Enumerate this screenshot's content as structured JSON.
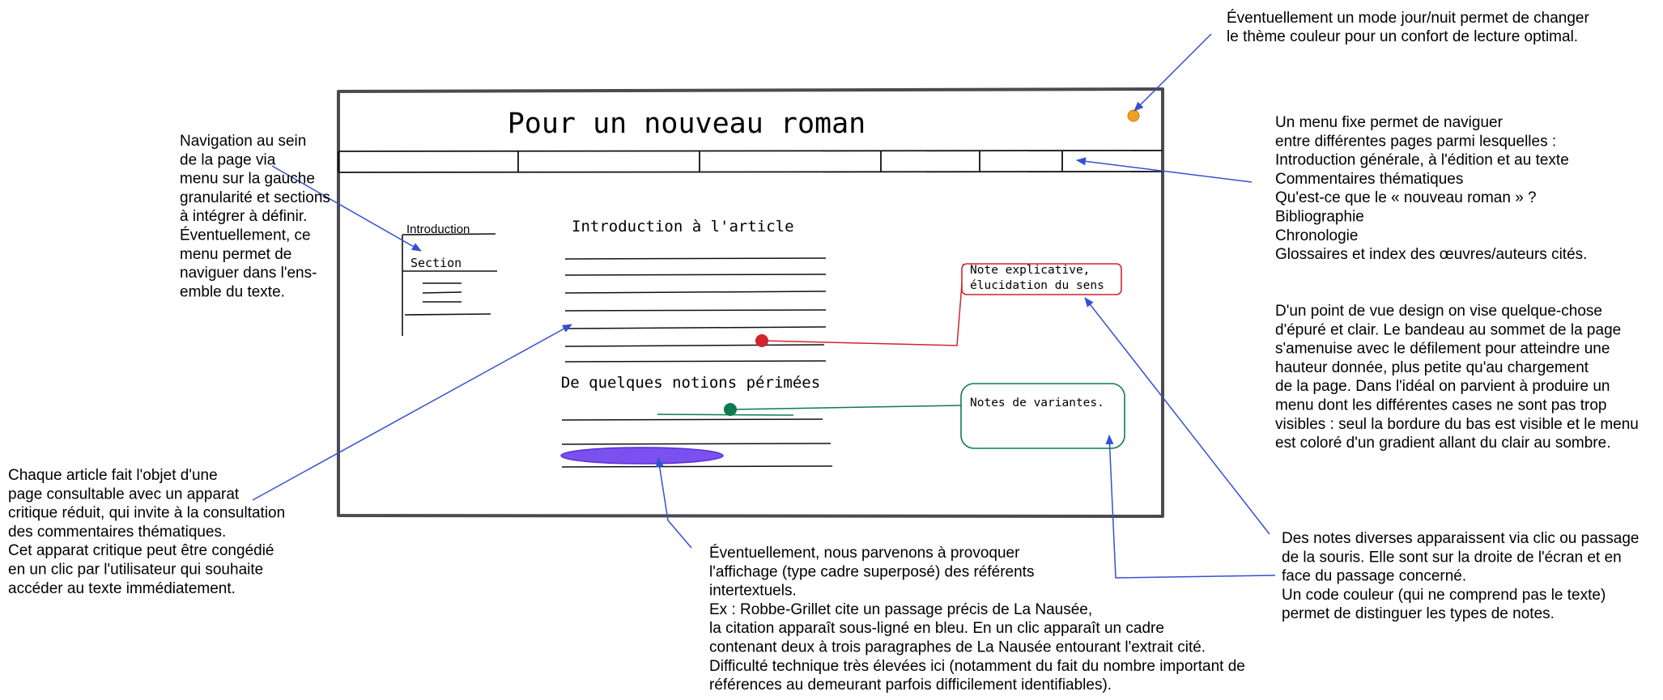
{
  "mockup": {
    "title": "Pour un nouveau roman",
    "nav_items": [
      "",
      "",
      "",
      "",
      "",
      ""
    ],
    "sidebar": {
      "items": [
        "Introduction",
        "Section"
      ]
    },
    "article": {
      "heading_1": "Introduction à l'article",
      "heading_2": "De quelques notions périmées"
    },
    "note_explanatory": [
      "Note explicative,",
      "élucidation du sens"
    ],
    "note_variants": "Notes de variantes."
  },
  "annotations": {
    "theme_toggle": [
      "Éventuellement un mode jour/nuit permet de changer",
      "le thème couleur pour un confort de lecture optimal."
    ],
    "menu": [
      "Un menu fixe permet de naviguer",
      "entre différentes pages parmi lesquelles :",
      "Introduction générale, à l'édition et au texte",
      "Commentaires thématiques",
      "Qu'est-ce que le « nouveau roman » ?",
      "Bibliographie",
      "Chronologie",
      "Glossaires et index des œuvres/auteurs cités."
    ],
    "navigation": [
      "Navigation au sein",
      "de la page via",
      "menu sur la gauche",
      "granularité et sections",
      "à intégrer à définir.",
      "",
      "Éventuellement, ce",
      "menu permet de",
      "naviguer dans l'ens-",
      "emble du texte."
    ],
    "design": [
      "D'un point de vue design on vise quelque-chose",
      "d'épuré et clair. Le bandeau au sommet de la page",
      "s'amenuise avec le défilement pour atteindre une",
      "hauteur donnée, plus petite qu'au chargement",
      "de la page. Dans l'idéal on parvient à produire un",
      "menu dont les différentes cases ne sont pas trop",
      "visibles : seul la bordure du bas est visible et le menu",
      "est coloré d'un gradient allant du clair au sombre."
    ],
    "article_page": [
      "Chaque article fait l'objet d'une",
      "page consultable avec un apparat",
      "critique réduit, qui invite à la consultation",
      "des commentaires thématiques.",
      "Cet apparat critique peut être congédié",
      "en un clic par l'utilisateur qui souhaite",
      "accéder au texte immédiatement."
    ],
    "intertext": [
      "Éventuellement, nous parvenons à provoquer",
      "l'affichage (type cadre superposé) des référents",
      "intertextuels.",
      "Ex : Robbe-Grillet cite un passage précis de La Nausée,",
      "la citation apparaît sous-ligné en bleu. En un clic apparaît un cadre",
      "contenant deux à trois paragraphes de La Nausée entourant l'extrait cité.",
      "Difficulté technique très élevées ici (notamment du fait du nombre important de",
      "références au demeurant parfois difficilement identifiables)."
    ],
    "notes": [
      "Des notes diverses apparaissent via clic ou passage",
      "de la souris. Elle sont sur la droite de l'écran et en",
      "face du passage concerné.",
      "Un code couleur (qui ne comprend pas le texte)",
      "permet de distinguer les types de notes."
    ]
  },
  "colors": {
    "frame": "#494b50",
    "arrow": "#3550d0",
    "red_note": "#d0252e",
    "green_note": "#0e7a4f",
    "theme_dot": "#f0a020",
    "highlight": "#7a50f0"
  }
}
